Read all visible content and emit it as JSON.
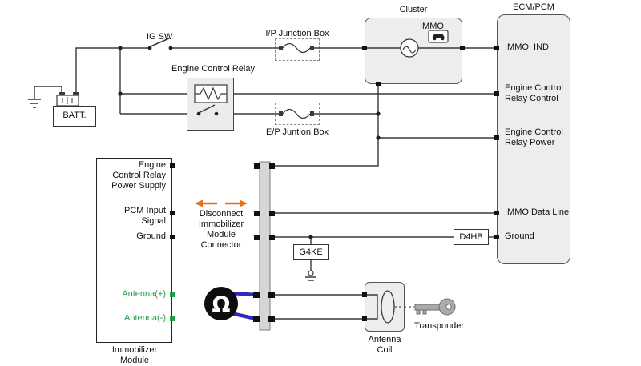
{
  "colors": {
    "wire": "#3a3a3a",
    "meter_lead_blue": "#2b2bb8",
    "disconnect_arrow_orange": "#e2711d",
    "antenna_green": "#1f9d44",
    "component_box_fill": "#ededed"
  },
  "labels": {
    "cluster_title": "Cluster",
    "ecm_title": "ECM/PCM",
    "ig_switch": "IG SW",
    "ip_junction_box": "I/P Junction Box",
    "ep_junction_box": "E/P Juntion Box",
    "engine_control_relay": "Engine Control Relay",
    "battery": "BATT.",
    "immo_lamp": "IMMO.",
    "engine_code_1": "G4KE",
    "engine_code_2": "D4HB",
    "ohm_symbol": "Ω",
    "transponder": "Transponder"
  },
  "ecm": {
    "pins": [
      {
        "lines": [
          "IMMO. IND"
        ]
      },
      {
        "lines": [
          "Engine Control",
          "Relay Control"
        ]
      },
      {
        "lines": [
          "Engine Control",
          "Relay Power"
        ]
      },
      {
        "lines": [
          "IMMO Data Line"
        ]
      },
      {
        "lines": [
          "Ground"
        ]
      }
    ]
  },
  "immobilizer_module": {
    "title_lines": [
      "Immobilizer",
      "Module"
    ],
    "pins": [
      {
        "lines": [
          "Engine",
          "Control Relay",
          "Power Supply"
        ]
      },
      {
        "lines": [
          "PCM Input",
          "Signal"
        ]
      },
      {
        "lines": [
          "Ground"
        ]
      },
      {
        "lines": [
          "Antenna(+)"
        ]
      },
      {
        "lines": [
          "Antenna(-)"
        ]
      }
    ]
  },
  "antenna_coil": {
    "label_lines": [
      "Antenna",
      "Coil"
    ]
  },
  "disconnect_note": {
    "lines": [
      "Disconnect",
      "Immobilizer",
      "Module",
      "Connector"
    ]
  }
}
